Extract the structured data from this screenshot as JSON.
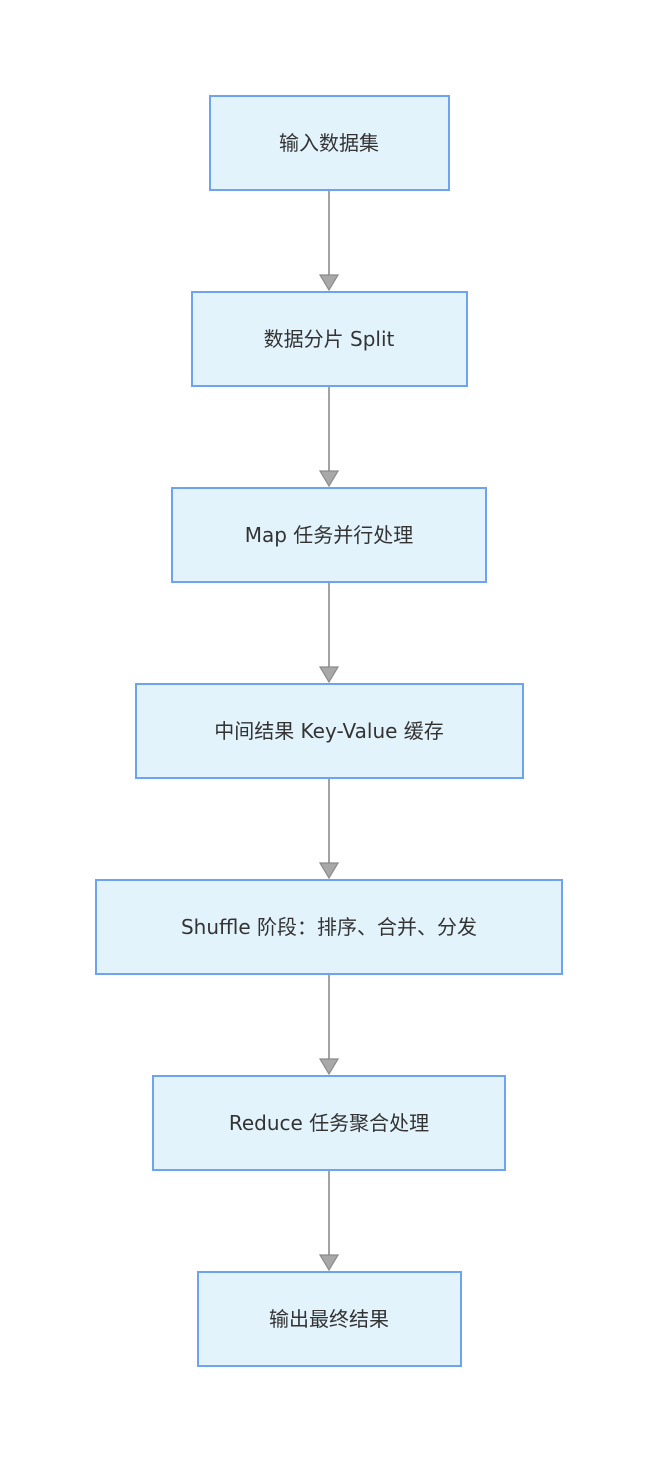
{
  "flowchart": {
    "type": "flowchart",
    "direction": "top-down",
    "nodes": [
      {
        "label": "输入数据集"
      },
      {
        "label": "数据分片 Split"
      },
      {
        "label": "Map 任务并行处理"
      },
      {
        "label": "中间结果 Key-Value 缓存"
      },
      {
        "label": "Shuffle 阶段：排序、合并、分发"
      },
      {
        "label": "Reduce 任务聚合处理"
      },
      {
        "label": "输出最终结果"
      }
    ],
    "edges": [
      {
        "from": "输入数据集",
        "to": "数据分片 Split"
      },
      {
        "from": "数据分片 Split",
        "to": "Map 任务并行处理"
      },
      {
        "from": "Map 任务并行处理",
        "to": "中间结果 Key-Value 缓存"
      },
      {
        "from": "中间结果 Key-Value 缓存",
        "to": "Shuffle 阶段：排序、合并、分发"
      },
      {
        "from": "Shuffle 阶段：排序、合并、分发",
        "to": "Reduce 任务聚合处理"
      },
      {
        "from": "Reduce 任务聚合处理",
        "to": "输出最终结果"
      }
    ],
    "colors": {
      "background": "#ffffff",
      "node_fill": "#e3f3fc",
      "node_border": "#6ea3f2",
      "node_text": "#333333",
      "arrow_line": "#999999",
      "arrow_head_fill": "#a8a8a8",
      "arrow_head_stroke": "#8a8a8a"
    }
  }
}
